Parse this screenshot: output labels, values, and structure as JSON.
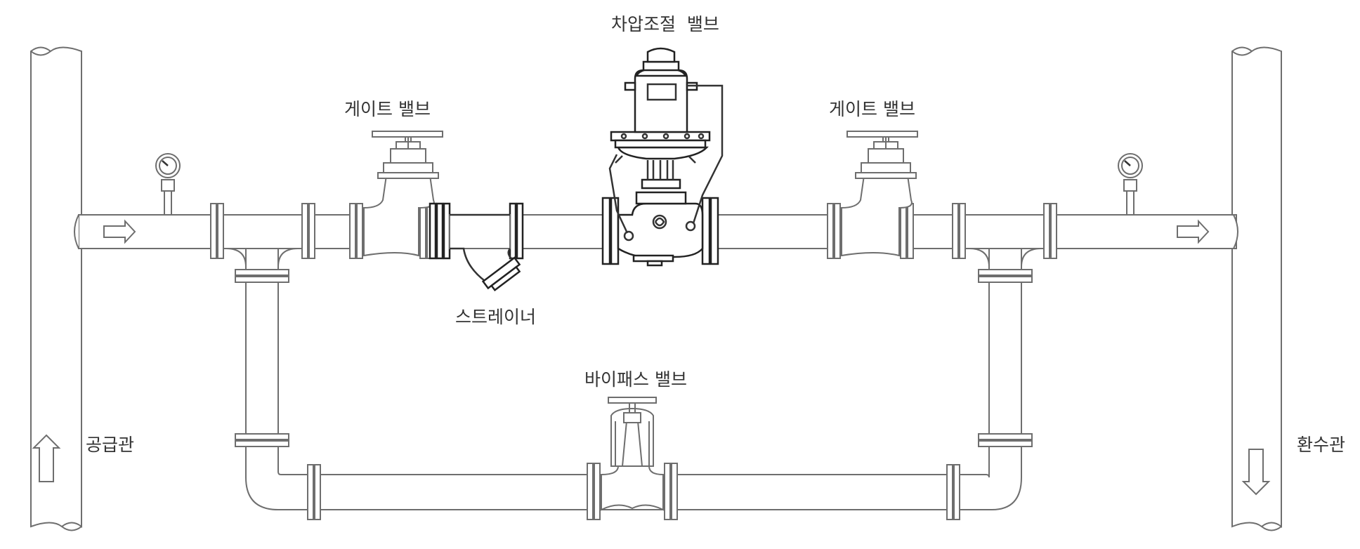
{
  "labels": {
    "prv_valve": "차압조절  밸브",
    "gate_valve_left": "게이트 밸브",
    "gate_valve_right": "게이트 밸브",
    "strainer": "스트레이너",
    "bypass_valve": "바이패스 밸브",
    "supply_pipe": "공급관",
    "return_pipe": "환수관"
  },
  "colors": {
    "line": "#6e6e6e",
    "dark_line": "#333333",
    "text": "#333333",
    "background": "#ffffff"
  },
  "icons": {
    "flow_arrow": "hollow-arrow",
    "pressure_gauge": "gauge-icon"
  }
}
